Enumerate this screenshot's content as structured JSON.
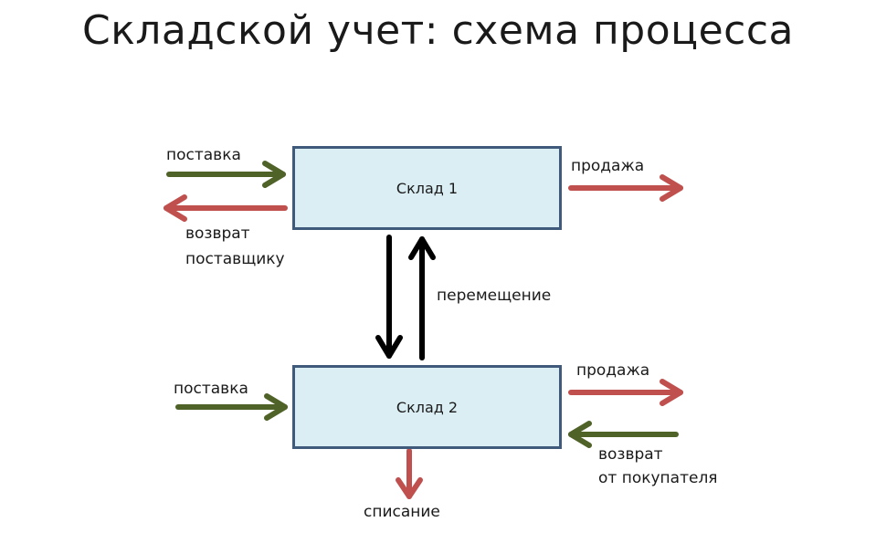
{
  "title": "Складской учет: схема процесса",
  "colors": {
    "inflow": "#4f6228",
    "outflow": "#c0504d",
    "transfer": "#000000",
    "box_fill": "#daeef3",
    "box_border": "#3f5a7a"
  },
  "warehouses": [
    {
      "name": "Склад 1"
    },
    {
      "name": "Склад 2"
    }
  ],
  "flows": {
    "w1_supply": "поставка",
    "w1_return_to_supplier_line1": "возврат",
    "w1_return_to_supplier_line2": "поставщику",
    "w1_sale": "продажа",
    "transfer": "перемещение",
    "w2_supply": "поставка",
    "w2_sale": "продажа",
    "w2_return_from_customer_line1": "возврат",
    "w2_return_from_customer_line2": "от покупателя",
    "w2_writeoff": "списание"
  }
}
